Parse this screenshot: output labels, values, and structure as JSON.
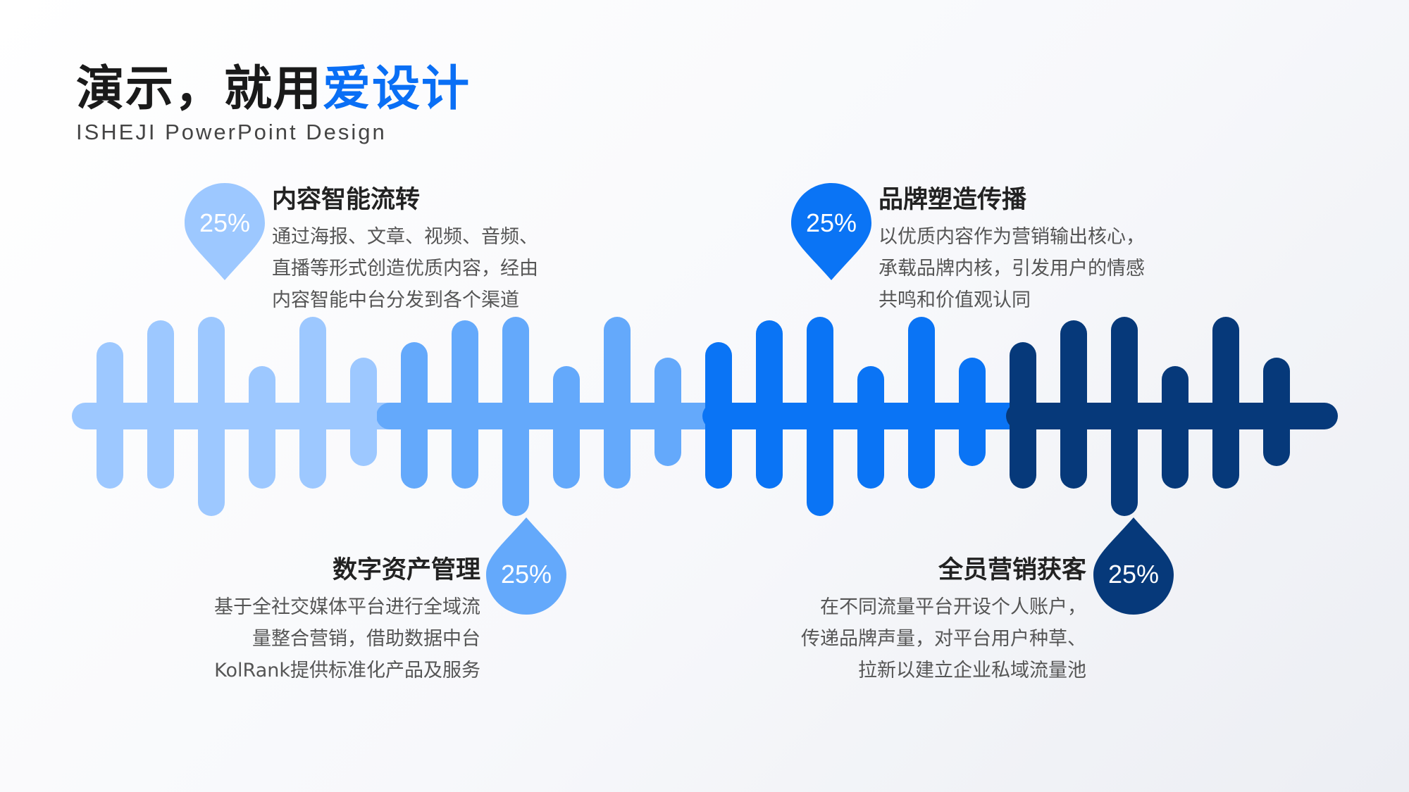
{
  "header": {
    "title_main": "演示，就用",
    "title_accent": "爱设计",
    "subtitle": "ISHEJI  PowerPoint  Design"
  },
  "colors": {
    "accent": "#0a6ff5",
    "segment_1": "#9dc8ff",
    "segment_2": "#64a9fb",
    "segment_3": "#0a74f5",
    "segment_4": "#06397a"
  },
  "items": [
    {
      "percent": "25%",
      "title": "内容智能流转",
      "lines": [
        "通过海报、文章、视频、音频、",
        "直播等形式创造优质内容，经由",
        "内容智能中台分发到各个渠道"
      ]
    },
    {
      "percent": "25%",
      "title": "数字资产管理",
      "lines": [
        "基于全社交媒体平台进行全域流",
        "量整合营销，借助数据中台",
        "KolRank提供标准化产品及服务"
      ]
    },
    {
      "percent": "25%",
      "title": "品牌塑造传播",
      "lines": [
        "以优质内容作为营销输出核心，",
        "承载品牌内核，引发用户的情感",
        "共鸣和价值观认同"
      ]
    },
    {
      "percent": "25%",
      "title": "全员营销获客",
      "lines": [
        "在不同流量平台开设个人账户，",
        "传递品牌声量，对平台用户种草、",
        "拉新以建立企业私域流量池"
      ]
    }
  ]
}
